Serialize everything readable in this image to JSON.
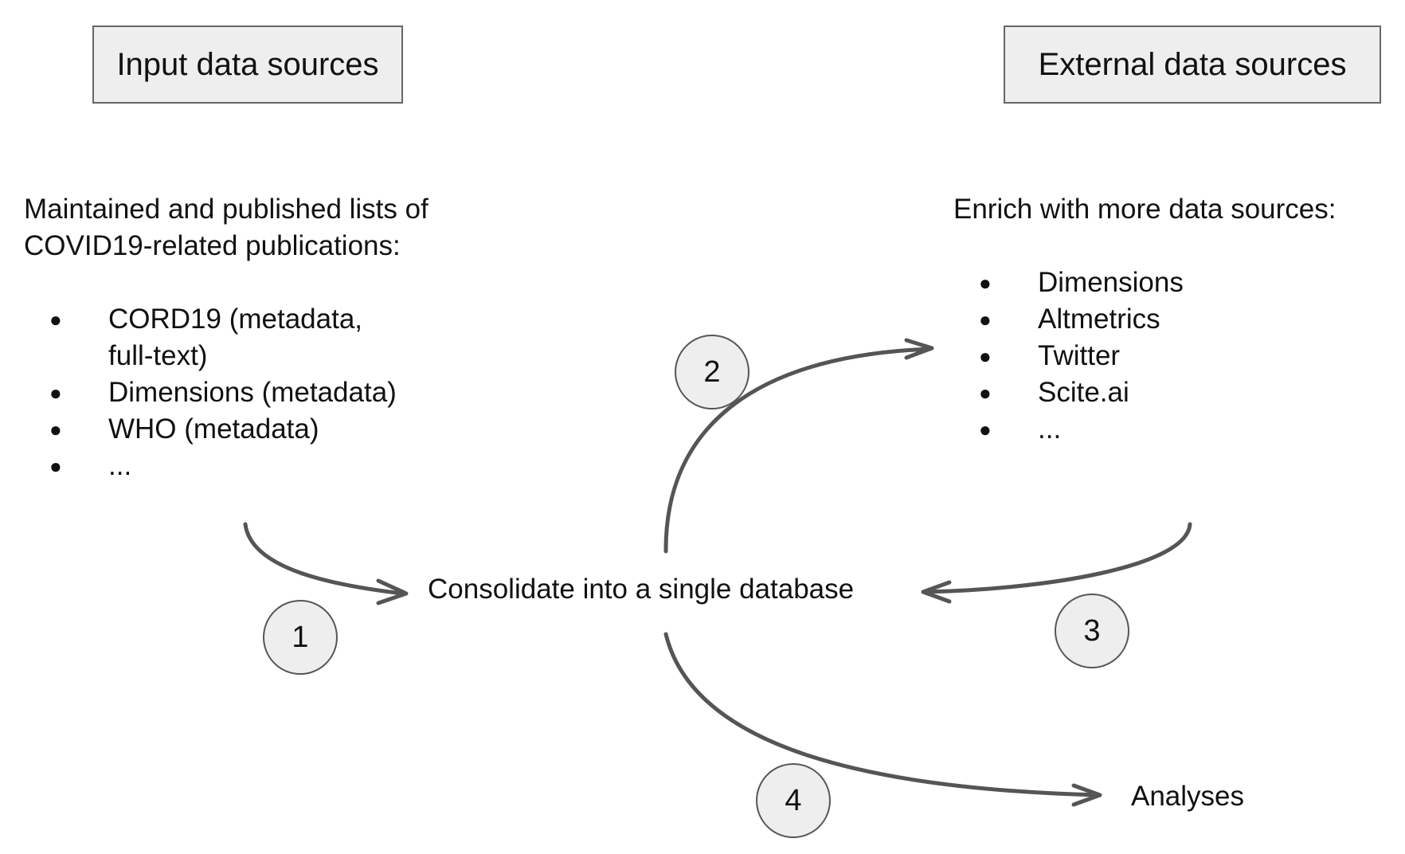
{
  "input_box": {
    "label": "Input data sources"
  },
  "external_box": {
    "label": "External data sources"
  },
  "input_description": {
    "line1": "Maintained and published lists of",
    "line2": "COVID19-related publications:"
  },
  "input_items": [
    {
      "line1": "CORD19 (metadata,",
      "line2": "full-text)"
    },
    {
      "line1": "Dimensions (metadata)"
    },
    {
      "line1": "WHO (metadata)"
    },
    {
      "line1": "..."
    }
  ],
  "external_description": "Enrich with more data sources:",
  "external_items": [
    "Dimensions",
    "Altmetrics",
    "Twitter",
    "Scite.ai",
    "..."
  ],
  "consolidate_label": "Consolidate into a single database",
  "analyses_label": "Analyses",
  "steps": [
    "1",
    "2",
    "3",
    "4"
  ],
  "colors": {
    "arrow": "#555555",
    "box_fill": "#eeeeee",
    "border": "#666666"
  }
}
